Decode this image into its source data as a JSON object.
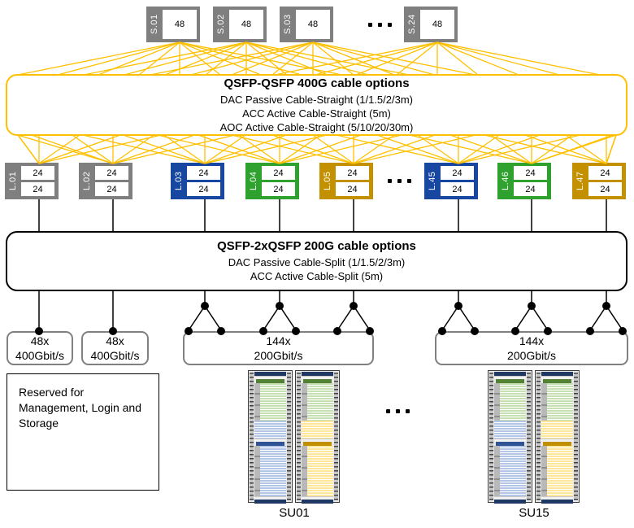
{
  "colors": {
    "gray": "#7f7f7f",
    "blue": "#1747a0",
    "green": "#2fa12f",
    "gold": "#c39100",
    "yellow": "#ffc000",
    "navy": "#1f3864",
    "railGray": "#c6c6c6",
    "lightGreen": "#c6e0b4",
    "darkGreen": "#538135",
    "lightBlue": "#b4c6e7",
    "darkBlue": "#2f5496",
    "lightGold": "#ffe699",
    "darkGold": "#bf8f00"
  },
  "spines": {
    "items": [
      {
        "label": "S.01",
        "ports": "48"
      },
      {
        "label": "S.02",
        "ports": "48"
      },
      {
        "label": "S.03",
        "ports": "48"
      },
      {
        "label": "S.24",
        "ports": "48"
      }
    ],
    "ellipsis": "dots"
  },
  "cable400": {
    "title": "QSFP-QSFP 400G cable options",
    "options": [
      "DAC Passive Cable-Straight (1/1.5/2/3m)",
      "ACC Active Cable-Straight (5m)",
      "AOC Active Cable-Straight (5/10/20/30m)"
    ]
  },
  "leaves": {
    "items": [
      {
        "label": "L.01",
        "color": "gray",
        "ports": [
          "24",
          "24"
        ]
      },
      {
        "label": "L.02",
        "color": "gray",
        "ports": [
          "24",
          "24"
        ]
      },
      {
        "label": "L.03",
        "color": "blue",
        "ports": [
          "24",
          "24"
        ]
      },
      {
        "label": "L.04",
        "color": "green",
        "ports": [
          "24",
          "24"
        ]
      },
      {
        "label": "L.05",
        "color": "gold",
        "ports": [
          "24",
          "24"
        ]
      },
      {
        "label": "L.45",
        "color": "blue",
        "ports": [
          "24",
          "24"
        ]
      },
      {
        "label": "L.46",
        "color": "green",
        "ports": [
          "24",
          "24"
        ]
      },
      {
        "label": "L.47",
        "color": "gold",
        "ports": [
          "24",
          "24"
        ]
      }
    ],
    "ellipsis": "dots"
  },
  "cable200": {
    "title": "QSFP-2xQSFP 200G cable options",
    "options": [
      "DAC Passive Cable-Split (1/1.5/2/3m)",
      "ACC Active Cable-Split (5m)"
    ]
  },
  "uplinks": [
    {
      "qty": "48x",
      "rate": "400Gbit/s"
    },
    {
      "qty": "48x",
      "rate": "400Gbit/s"
    },
    {
      "qty": "144x",
      "rate": "200Gbit/s"
    },
    {
      "qty": "144x",
      "rate": "200Gbit/s"
    }
  ],
  "reserved": {
    "text": "Reserved for Management, Login and Storage"
  },
  "racks": [
    {
      "label": "SU01"
    },
    {
      "label": "SU15"
    }
  ]
}
